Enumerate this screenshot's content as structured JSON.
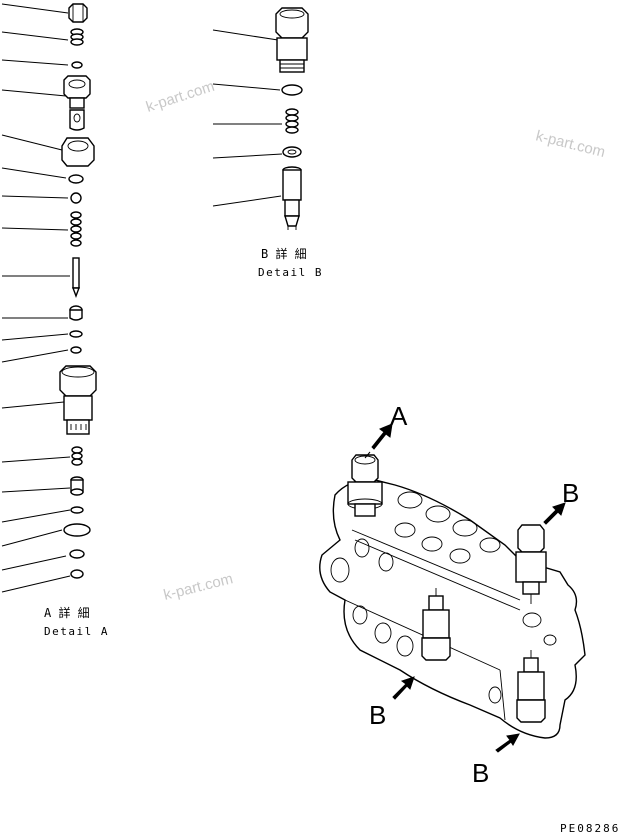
{
  "detail_a": {
    "title_jp": "A 詳 細",
    "title_en": "Detail A"
  },
  "detail_b": {
    "title_jp": "B 詳 細",
    "title_en": "Detail B"
  },
  "arrow_labels": {
    "a": "A",
    "b_right": "B",
    "b_lower_left": "B",
    "b_bottom": "B"
  },
  "watermark": "k-part.com",
  "drawing_code": "PE08286"
}
